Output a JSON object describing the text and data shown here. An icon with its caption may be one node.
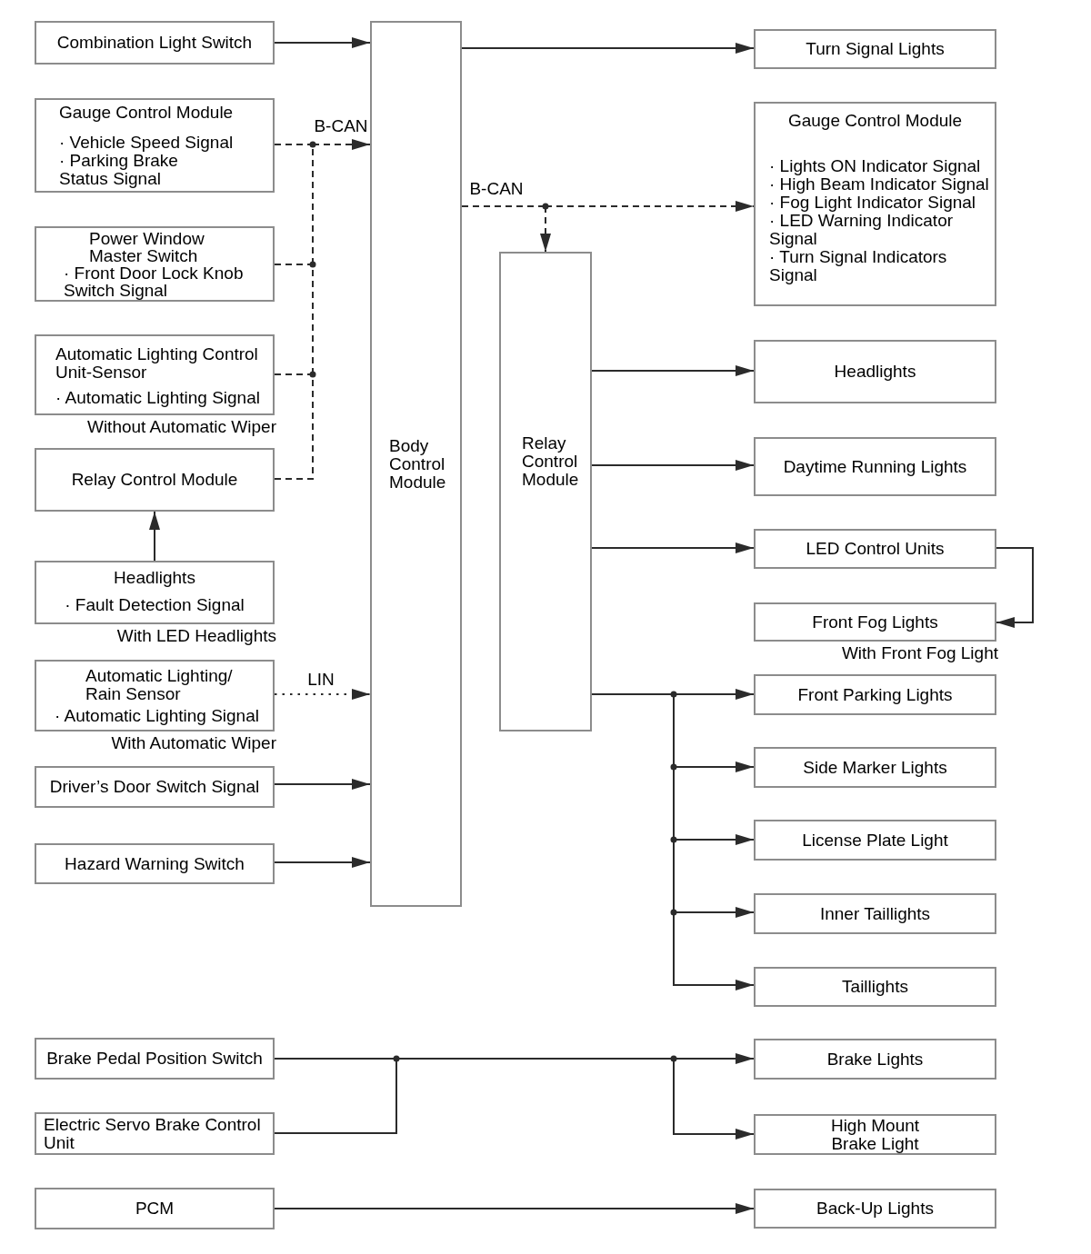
{
  "diagram": {
    "nodes": [
      {
        "text": [
          "Combination Light Switch"
        ]
      },
      {
        "text": [
          "Gauge Control Module",
          "· Vehicle Speed Signal",
          "· Parking Brake Status Signal"
        ]
      },
      {
        "text": [
          "Power Window Master Switch",
          "· Front Door Lock Knob Switch Signal"
        ]
      },
      {
        "text": [
          "Automatic Lighting Control Unit-Sensor",
          "· Automatic Lighting Signal"
        ],
        "beside": [
          "Without Automatic Wiper"
        ]
      },
      {
        "text": [
          "Relay Control Module"
        ]
      },
      {
        "text": [
          "Headlights",
          "· Fault Detection Signal"
        ],
        "beside": [
          "With LED Headlights"
        ]
      },
      {
        "text": [
          "Automatic Lighting/ Rain Sensor",
          "· Automatic Lighting Signal"
        ],
        "beside": [
          "With Automatic Wiper"
        ]
      },
      {
        "text": [
          "Driver’s Door Switch Signal"
        ]
      },
      {
        "text": [
          "Hazard Warning Switch"
        ]
      },
      {
        "text": [
          "Body Control Module"
        ]
      },
      {
        "text": [
          "Turn Signal Lights"
        ]
      },
      {
        "text": [
          "Gauge Control Module",
          "· Lights ON Indicator Signal",
          "· High Beam Indicator Signal",
          "· Fog Light Indicator Signal",
          "· LED Warning Indicator Signal",
          "· Turn Signal Indicators Signal"
        ]
      },
      {
        "text": [
          "Relay Control Module"
        ]
      },
      {
        "text": [
          "Headlights"
        ]
      },
      {
        "text": [
          "Daytime Running Lights"
        ]
      },
      {
        "text": [
          "LED Control Units"
        ]
      },
      {
        "text": [
          "Front Fog Lights"
        ],
        "beside": [
          "With Front Fog Light"
        ]
      },
      {
        "text": [
          "Front Parking Lights"
        ]
      },
      {
        "text": [
          "Side Marker Lights"
        ]
      },
      {
        "text": [
          "License Plate Light"
        ]
      },
      {
        "text": [
          "Inner Taillights"
        ]
      },
      {
        "text": [
          "Taillights"
        ]
      },
      {
        "text": [
          "Brake Pedal Position Switch"
        ]
      },
      {
        "text": [
          "Electric Servo Brake Control Unit"
        ]
      },
      {
        "text": [
          "PCM"
        ]
      },
      {
        "text": [
          "Brake Lights"
        ]
      },
      {
        "text": [
          "High Mount Brake Light"
        ]
      },
      {
        "text": [
          "Back-Up Lights"
        ]
      }
    ],
    "edges": [
      {
        "from": 0,
        "to": 9,
        "arrow": "to"
      },
      {
        "from": 1,
        "to": 9,
        "arrow": "to",
        "label": "B-CAN",
        "style": "dashed"
      },
      {
        "from": 2,
        "to": 9,
        "arrow": "to",
        "style": "dashed"
      },
      {
        "from": 3,
        "to": 9,
        "arrow": "to",
        "style": "dashed"
      },
      {
        "from": 4,
        "to": 9,
        "arrow": "to",
        "style": "dashed"
      },
      {
        "from": 5,
        "to": 4,
        "arrow": "to"
      },
      {
        "from": 6,
        "to": 9,
        "arrow": "to",
        "label": "LIN",
        "style": "dashed"
      },
      {
        "from": 7,
        "to": 9,
        "arrow": "to"
      },
      {
        "from": 8,
        "to": 9,
        "arrow": "to"
      },
      {
        "from": 9,
        "to": 10,
        "arrow": "to"
      },
      {
        "from": 9,
        "to": 11,
        "arrow": "to",
        "label": "B-CAN",
        "style": "dashed"
      },
      {
        "from": 9,
        "to": 12,
        "arrow": "to",
        "style": "dashed"
      },
      {
        "from": 12,
        "to": 13,
        "arrow": "to"
      },
      {
        "from": 12,
        "to": 14,
        "arrow": "to"
      },
      {
        "from": 12,
        "to": 15,
        "arrow": "to"
      },
      {
        "from": 15,
        "to": 16,
        "arrow": "to"
      },
      {
        "from": 12,
        "to": 17,
        "arrow": "to"
      },
      {
        "from": 12,
        "to": 18,
        "arrow": "to"
      },
      {
        "from": 12,
        "to": 19,
        "arrow": "to"
      },
      {
        "from": 12,
        "to": 20,
        "arrow": "to"
      },
      {
        "from": 12,
        "to": 21,
        "arrow": "to"
      },
      {
        "from": 22,
        "to": 25,
        "arrow": "to"
      },
      {
        "from": 22,
        "to": 26,
        "arrow": "to"
      },
      {
        "from": 23,
        "to": 25,
        "arrow": "to"
      },
      {
        "from": 23,
        "to": 26,
        "arrow": "to"
      },
      {
        "from": 24,
        "to": 27,
        "arrow": "to"
      }
    ]
  }
}
